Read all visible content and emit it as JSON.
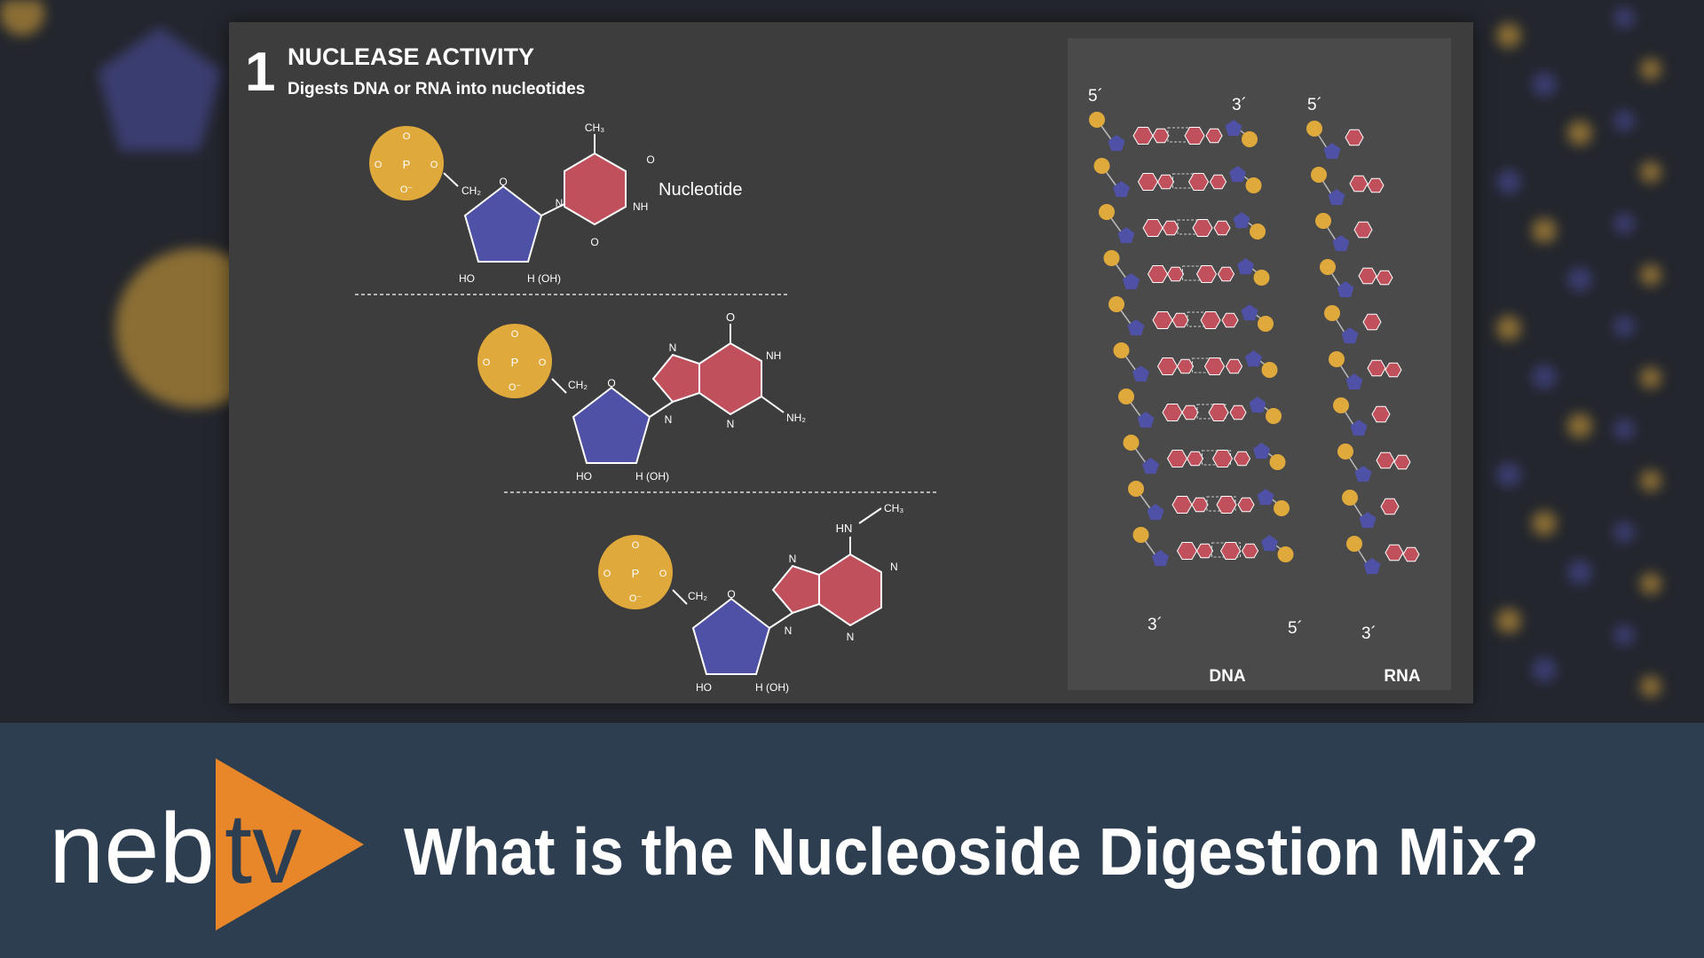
{
  "slide": {
    "number": "1",
    "title": "NUCLEASE ACTIVITY",
    "subtitle": "Digests DNA or RNA into nucleotides",
    "nucleotide_label": "Nucleotide",
    "ho_label": "HO",
    "h_oh_label": "H (OH)",
    "ch2_label": "CH₂",
    "o_label": "O",
    "phosphate": {
      "o": "O",
      "o_minus": "O⁻",
      "p": "P"
    },
    "thymine": {
      "ch3": "CH₃",
      "o": "O",
      "n": "N",
      "nh": "NH"
    },
    "guanine": {
      "o": "O",
      "nh": "NH",
      "n": "N",
      "nh2": "NH₂"
    },
    "adenine": {
      "hn": "HN",
      "ch3": "CH₃",
      "n": "N"
    },
    "dna_label": "DNA",
    "rna_label": "RNA",
    "five_prime": "5´",
    "three_prime": "3´"
  },
  "banner": {
    "logo_neb": "neb",
    "logo_tv": "tv",
    "headline": "What is the Nucleoside Digestion Mix?"
  },
  "colors": {
    "phosphate": "#e0a93b",
    "sugar": "#4e51a6",
    "base": "#c0505c",
    "slide_bg": "#3d3d3d",
    "panel_bg": "#4a4a4a",
    "band": "#2c3e4f",
    "accent_orange": "#e8872a"
  },
  "icons": [
    "play-triangle-icon"
  ]
}
